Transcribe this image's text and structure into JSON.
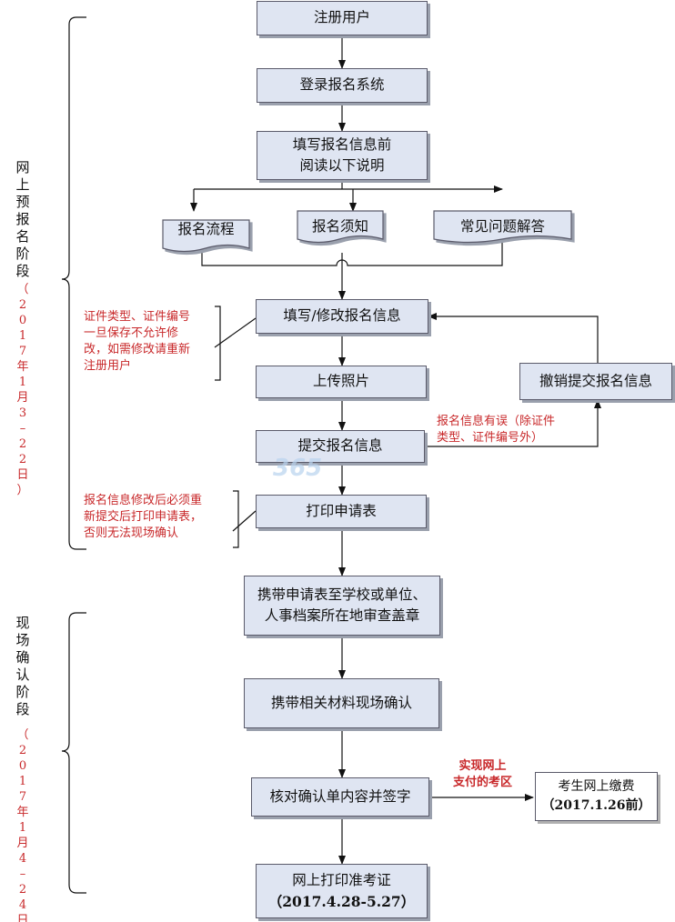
{
  "steps": {
    "register": "注册用户",
    "login": "登录报名系统",
    "read_line1": "填写报名信息前",
    "read_line2": "阅读以下说明",
    "doc_process": "报名流程",
    "doc_notice": "报名须知",
    "doc_faq": "常见问题解答",
    "fill": "填写/修改报名信息",
    "upload": "上传照片",
    "revoke": "撤销提交报名信息",
    "submit": "提交报名信息",
    "print_form": "打印申请表",
    "stamp_line1": "携带申请表至学校或单位、",
    "stamp_line2": "人事档案所在地审查盖章",
    "confirm": "携带相关材料现场确认",
    "sign": "核对确认单内容并签字",
    "pay_line1": "考生网上缴费",
    "pay_line2": "（2017.1.26前）",
    "ticket_line1": "网上打印准考证",
    "ticket_line2": "（2017.4.28-5.27）"
  },
  "notes": {
    "id_lines": [
      "证件类型、证件编号",
      "一旦保存不允许修",
      "改，如需修改请重新",
      "注册用户"
    ],
    "error_lines": [
      "报名信息有误（除证件",
      "类型、证件编号外）"
    ],
    "resubmit_lines": [
      "报名信息修改后必须重",
      "新提交后打印申请表，",
      "否则无法现场确认"
    ],
    "online_pay_lines": [
      "实现网上",
      "支付的考区"
    ]
  },
  "phases": {
    "online_title": [
      "网",
      "上",
      "预",
      "报",
      "名",
      "阶",
      "段"
    ],
    "online_dates": [
      "（",
      "2",
      "0",
      "1",
      "7",
      "年",
      "1",
      "月",
      "3",
      "–",
      "2",
      "2",
      "日",
      "）"
    ],
    "onsite_title": [
      "现",
      "场",
      "确",
      "认",
      "阶",
      "段"
    ],
    "onsite_dates": [
      "（",
      "2",
      "0",
      "1",
      "7",
      "年",
      "1",
      "月",
      "4",
      "–",
      "2",
      "4",
      "日",
      "）"
    ]
  },
  "watermark": "365",
  "colors": {
    "box_fill": "#dfe5f2",
    "note_red": "#c8282a",
    "line": "#111111"
  }
}
